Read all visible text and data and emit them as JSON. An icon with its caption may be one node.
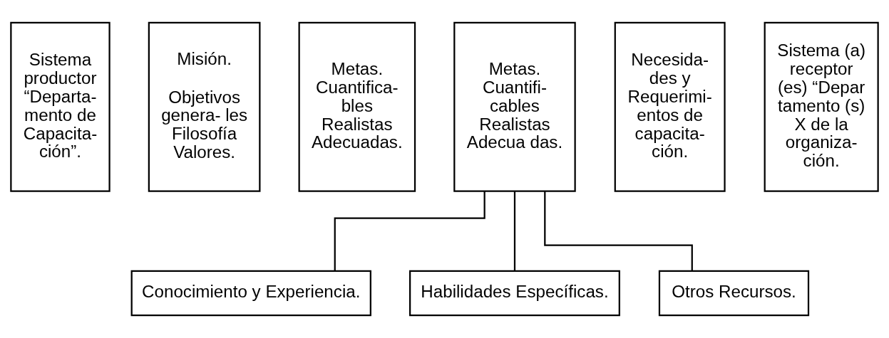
{
  "diagram": {
    "nodes": [
      {
        "text": [
          "Sistema productor “Departa- mento de Capacita- ción”."
        ]
      },
      {
        "text": [
          "Misión.",
          "Objetivos genera- les Filosofía Valores."
        ]
      },
      {
        "text": [
          "Metas. Cuantifica- bles Realistas Adecuadas."
        ]
      },
      {
        "text": [
          "Metas. Cuantifi- cables Realistas Adecua das."
        ]
      },
      {
        "text": [
          "Necesida- des y Requerimi- entos de capacita- ción."
        ]
      },
      {
        "text": [
          "Sistema (a) receptor (es) “Depar tamento (s) X de la organiza- ción."
        ]
      },
      {
        "text": [
          "Conocimiento y Experiencia."
        ]
      },
      {
        "text": [
          "Habilidades Específicas."
        ]
      },
      {
        "text": [
          "Otros Recursos."
        ]
      }
    ],
    "edges": [
      {
        "from": 3,
        "to": 6,
        "arrow": "none"
      },
      {
        "from": 3,
        "to": 7,
        "arrow": "none"
      },
      {
        "from": 3,
        "to": 8,
        "arrow": "none"
      }
    ]
  }
}
